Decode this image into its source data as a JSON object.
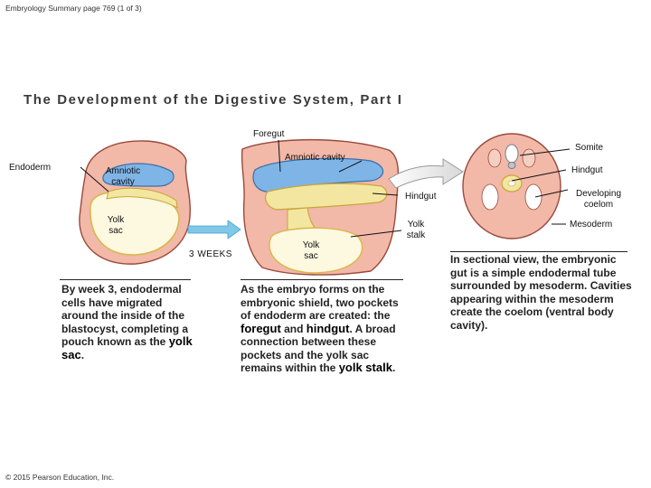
{
  "header": {
    "text": "Embryology Summary page 769 (1 of 3)"
  },
  "title": "The Development of the Digestive System, Part I",
  "labels": {
    "foregut": "Foregut",
    "somite": "Somite",
    "endoderm": "Endoderm",
    "amniotic_cavity_left_l1": "Amniotic",
    "amniotic_cavity_left_l2": "cavity",
    "amniotic_cavity_mid": "Amniotic cavity",
    "hindgut_right": "Hindgut",
    "hindgut_mid": "Hindgut",
    "developing_coelom_l1": "Developing",
    "developing_coelom_l2": "coelom",
    "yolk_sac_left_l1": "Yolk",
    "yolk_sac_left_l2": "sac",
    "yolk_stalk_l1": "Yolk",
    "yolk_stalk_l2": "stalk",
    "mesoderm": "Mesoderm",
    "yolk_sac_mid_l1": "Yolk",
    "yolk_sac_mid_l2": "sac",
    "three_weeks": "3 WEEKS"
  },
  "descriptions": {
    "left": {
      "text": "By week 3, endodermal cells have migrated around the inside of the blastocyst, completing a pouch known as the ",
      "bold": "yolk sac",
      "end": "."
    },
    "middle": {
      "text1": "As the embryo forms on the embryonic shield, two pockets of endoderm are created: the ",
      "bold1": "foregut",
      "text2": " and ",
      "bold2": "hindgut",
      "text3": ". A broad connection between these pockets and the yolk sac remains within the ",
      "bold3": "yolk stalk",
      "end": "."
    },
    "right": {
      "text": "In sectional view, the embryonic gut is a simple endodermal tube surrounded by mesoderm. Cavities appearing within the mesoderm create the coelom (ventral body cavity)."
    }
  },
  "copyright": "© 2015 Pearson Education, Inc.",
  "colors": {
    "tissue_pink": "#f2b8a8",
    "tissue_outline": "#9a4a3c",
    "amniotic_blue": "#7fb4e6",
    "endoderm_yellow": "#f3e6a0",
    "yolk_fill": "#fdf8e0",
    "arrow_blue": "#7fc8ea"
  }
}
